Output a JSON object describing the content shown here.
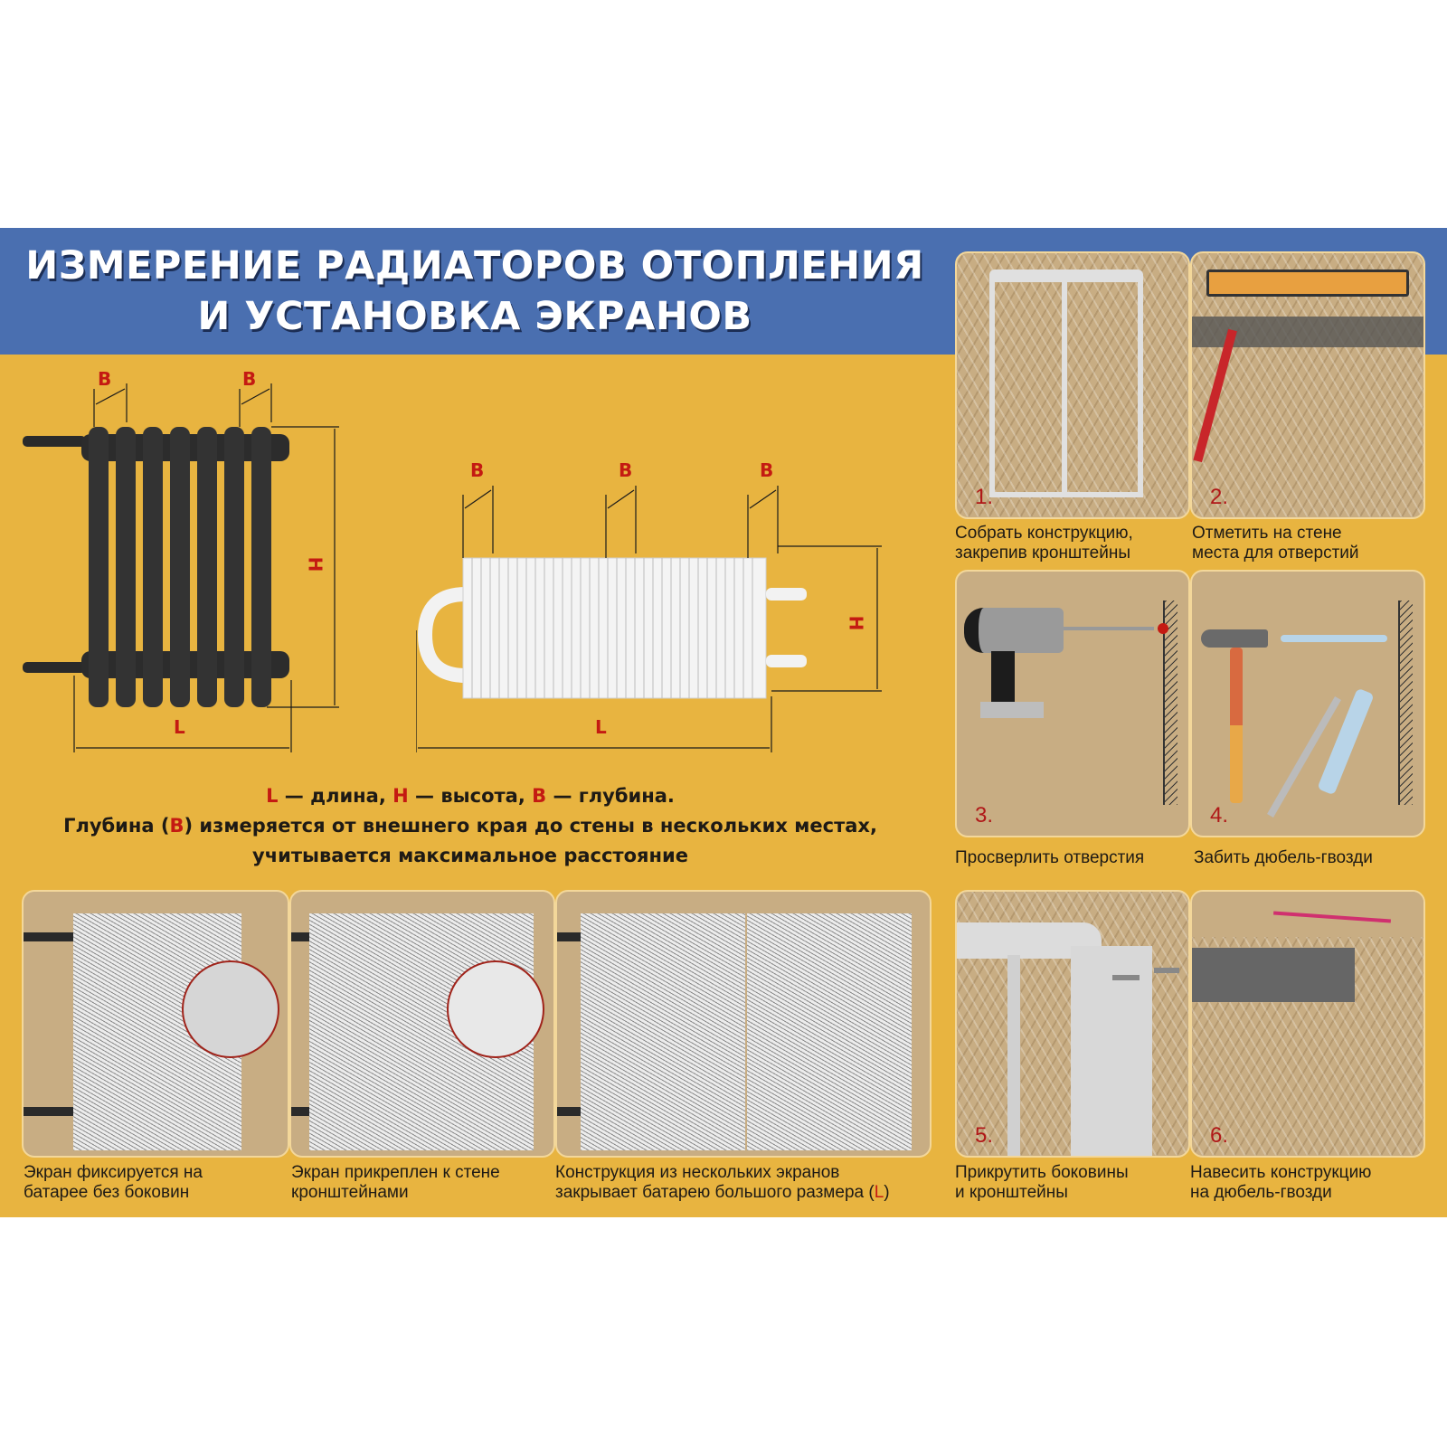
{
  "title": {
    "line1": "ИЗМЕРЕНИЕ РАДИАТОРОВ ОТОПЛЕНИЯ",
    "line2": "И УСТАНОВКА ЭКРАНОВ"
  },
  "colors": {
    "banner": "#4a6fb0",
    "background": "#e8b440",
    "panel": "#c8ad83",
    "accent_red": "#c41a12",
    "arrow_magenta": "#d0306f"
  },
  "diagram_labels": {
    "cast_iron": {
      "b1": "B",
      "b2": "B",
      "h": "H",
      "l": "L"
    },
    "convector": {
      "b1": "B",
      "b2": "B",
      "b3": "B",
      "h": "H",
      "l": "L"
    }
  },
  "legend": {
    "l_key": "L",
    "l_text": " — длина, ",
    "h_key": "H",
    "h_text": " — высота, ",
    "b_key": "B",
    "b_text": " — глубина.",
    "line2_pre": "Глубина (",
    "line2_key": "B",
    "line2_post": ") измеряется от внешнего края до стены в нескольких местах,",
    "line3": "учитывается максимальное расстояние"
  },
  "examples": [
    {
      "caption_line1": "Экран фиксируется на",
      "caption_line2": "батарее без боковин"
    },
    {
      "caption_line1": "Экран прикреплен к стене",
      "caption_line2": "кронштейнами"
    },
    {
      "caption_line1": "Конструкция из нескольких экранов",
      "caption_line2_pre": "закрывает батарею большого размера (",
      "caption_line2_key": "L",
      "caption_line2_post": ")"
    }
  ],
  "steps": [
    {
      "num": "1.",
      "line1": "Собрать конструкцию,",
      "line2": "закрепив кронштейны"
    },
    {
      "num": "2.",
      "line1": "Отметить на стене",
      "line2": "места для отверстий"
    },
    {
      "num": "3.",
      "line1": "Просверлить отверстия",
      "line2": ""
    },
    {
      "num": "4.",
      "line1": "Забить дюбель-гвозди",
      "line2": ""
    },
    {
      "num": "5.",
      "line1": "Прикрутить боковины",
      "line2": "и кронштейны"
    },
    {
      "num": "6.",
      "line1": "Навесить конструкцию",
      "line2": "на дюбель-гвозди"
    }
  ]
}
